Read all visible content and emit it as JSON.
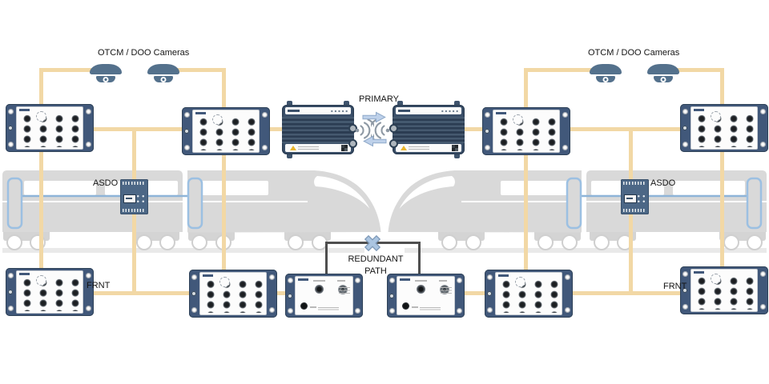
{
  "labels": {
    "cameras_left": "OTCM / DOO Cameras",
    "cameras_right": "OTCM / DOO Cameras",
    "primary": "PRIMARY",
    "asdo_left": "ASDO",
    "asdo_right": "ASDO",
    "frnt_left": "FRNT",
    "frnt_right": "FRNT",
    "redundant_line1": "REDUNDANT",
    "redundant_line2": "PATH"
  },
  "icons": {
    "dome_camera": "dome-camera-icon",
    "wireless_signal": "wireless-signal-icon",
    "arrow_right": "arrow-right-icon",
    "arrow_left": "arrow-left-icon",
    "redundant_cross": "x-cross-icon",
    "warning_triangle": "warning-triangle-icon"
  },
  "devices": {
    "ethernet_switches": 8,
    "wireless_link_units": 2,
    "antenna_radio_units": 2,
    "asdo_controllers": 2,
    "dome_cameras": 4,
    "train_cars": 2
  },
  "colors": {
    "cable": "#f2d8a5",
    "device_frame": "#41587a",
    "asdo_body": "#4c6786",
    "camera": "#54718c",
    "door_outline": "#9cc0e2",
    "door_link_line": "#8eb4d8",
    "arrow_fill": "#bed1ea",
    "train_body": "#d9d9d9",
    "redundant_line": "#4f4f4f"
  }
}
